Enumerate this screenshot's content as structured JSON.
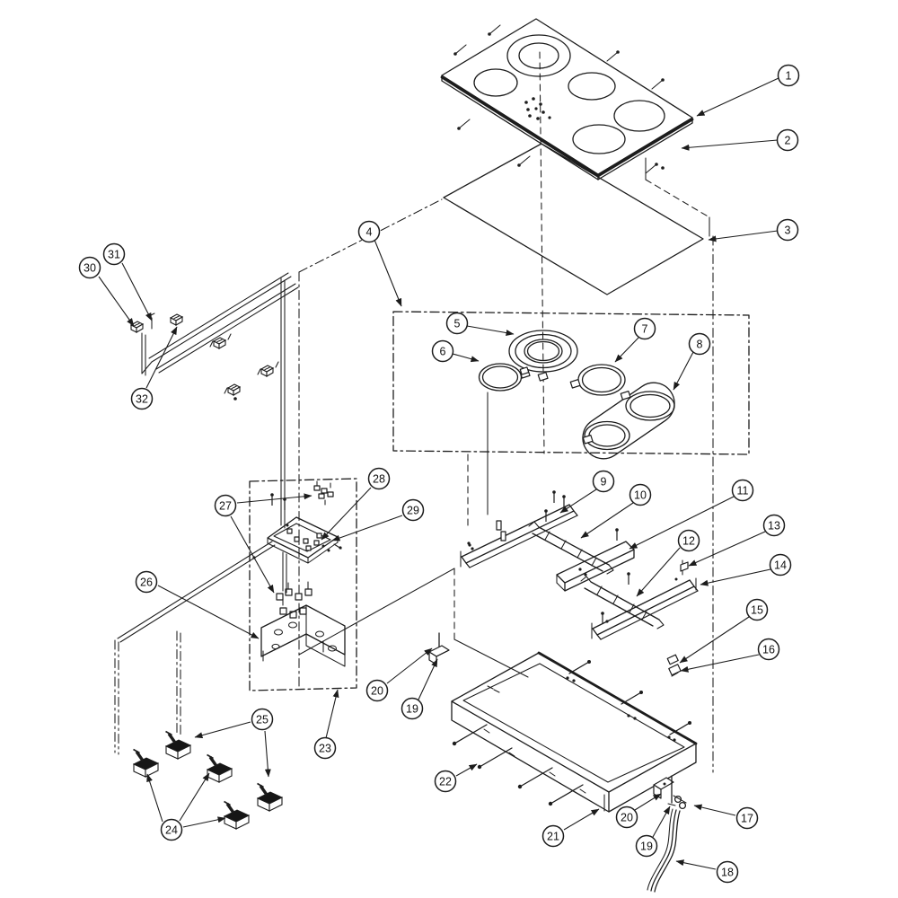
{
  "style": {
    "background": "#ffffff",
    "line_color": "#1c1c1c"
  },
  "callouts": [
    "1",
    "2",
    "3",
    "4",
    "5",
    "6",
    "7",
    "8",
    "9",
    "10",
    "11",
    "12",
    "13",
    "14",
    "15",
    "16",
    "17",
    "18",
    "19",
    "20",
    "19",
    "20",
    "21",
    "22",
    "23",
    "24",
    "25",
    "26",
    "27",
    "28",
    "29",
    "30",
    "31",
    "32"
  ]
}
